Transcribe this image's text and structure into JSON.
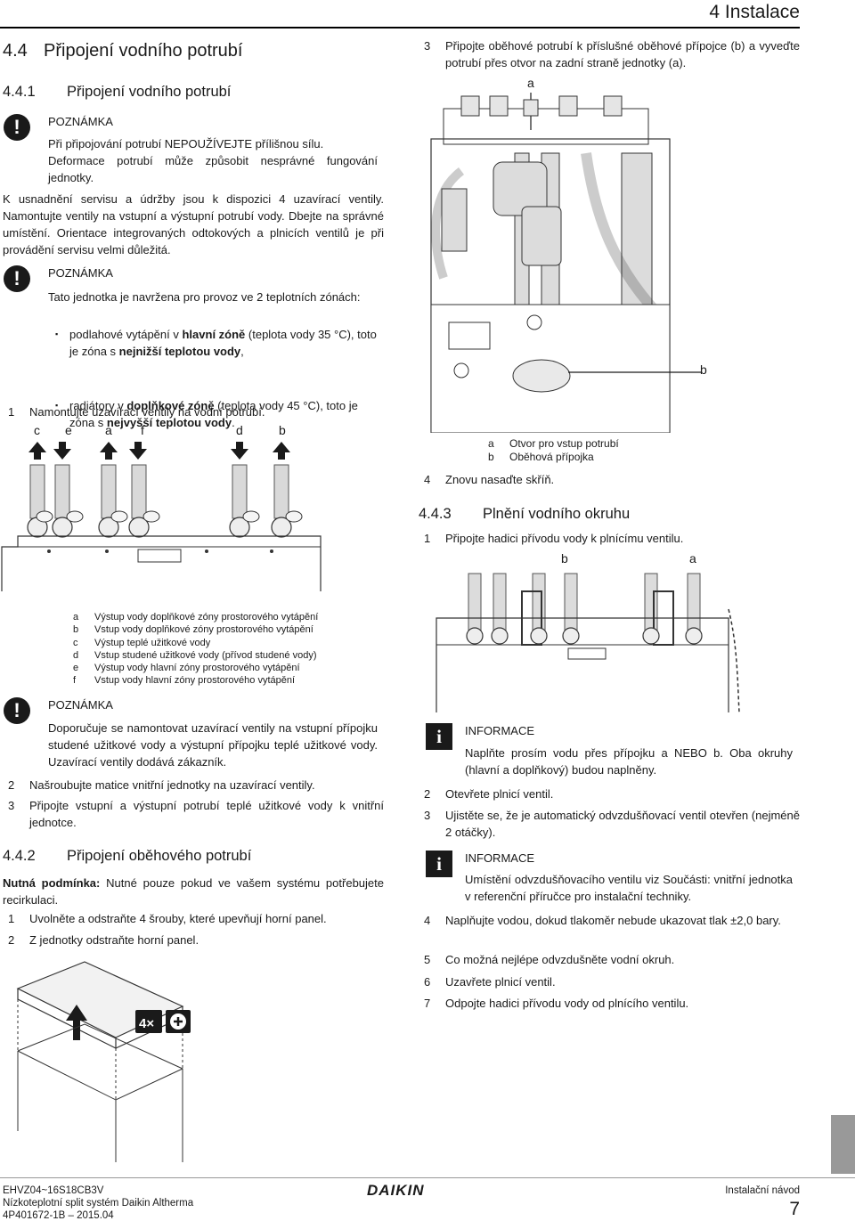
{
  "header": {
    "chapter": "4 Instalace"
  },
  "left": {
    "h2": {
      "num": "4.4",
      "title": "Připojení vodního potrubí"
    },
    "h3a": {
      "num": "4.4.1",
      "title": "Připojení vodního potrubí"
    },
    "note1": {
      "label": "POZNÁMKA",
      "lines": [
        "Při připojování potrubí NEPOUŽÍVEJTE přílišnou sílu.",
        "Deformace potrubí může způsobit nesprávné fungování jednotky."
      ]
    },
    "para1": "K usnadnění servisu a údržby jsou k dispozici 4 uzavírací ventily. Namontujte ventily na vstupní a výstupní potrubí vody. Dbejte na správné umístění. Orientace integrovaných odtokových a plnicích ventilů je při provádění servisu velmi důležitá.",
    "note2": {
      "label": "POZNÁMKA",
      "intro": "Tato jednotka je navržena pro provoz ve 2 teplotních zónách:",
      "b1_pre": "podlahové vytápění v ",
      "b1_bold": "hlavní zóně",
      "b1_mid": " (teplota vody 35 °C), toto je zóna s ",
      "b1_bold2": "nejnižší teplotou vody",
      "b1_post": ",",
      "b2_pre": "radiátory v ",
      "b2_bold": "doplňkové zóně",
      "b2_mid": " (teplota vody 45 °C), toto je zóna s ",
      "b2_bold2": "nejvyšší teplotou vody",
      "b2_post": "."
    },
    "step1": {
      "n": "1",
      "text": "Namontujte uzavírací ventily na vodní potrubí."
    },
    "fig1_labels": [
      "c",
      "e",
      "a",
      "f",
      "d",
      "b"
    ],
    "legend": [
      {
        "k": "a",
        "v": "Výstup vody doplňkové zóny prostorového vytápění"
      },
      {
        "k": "b",
        "v": "Vstup vody doplňkové zóny prostorového vytápění"
      },
      {
        "k": "c",
        "v": "Výstup teplé užitkové vody"
      },
      {
        "k": "d",
        "v": "Vstup studené užitkové vody (přívod studené vody)"
      },
      {
        "k": "e",
        "v": "Výstup vody hlavní zóny prostorového vytápění"
      },
      {
        "k": "f",
        "v": "Vstup vody hlavní zóny prostorového vytápění"
      }
    ],
    "note3": {
      "label": "POZNÁMKA",
      "text": "Doporučuje se namontovat uzavírací ventily na vstupní přípojku studené užitkové vody a výstupní přípojku teplé užitkové vody. Uzavírací ventily dodává zákazník."
    },
    "step2": {
      "n": "2",
      "text": "Našroubujte matice vnitřní jednotky na uzavírací ventily."
    },
    "step3": {
      "n": "3",
      "text": "Připojte vstupní a výstupní potrubí teplé užitkové vody k vnitřní jednotce."
    },
    "h3b": {
      "num": "4.4.2",
      "title": "Připojení oběhového potrubí"
    },
    "cond_bold": "Nutná podmínka:",
    "cond_text": " Nutné pouze pokud ve vašem systému potřebujete recirkulaci.",
    "s1": {
      "n": "1",
      "text": "Uvolněte a odstraňte 4 šrouby, které upevňují horní panel."
    },
    "s2": {
      "n": "2",
      "text": "Z jednotky odstraňte horní panel."
    },
    "fig3_badge": "4×"
  },
  "right": {
    "step3": {
      "n": "3",
      "text": "Připojte oběhové potrubí k příslušné oběhové přípojce (b) a vyveďte potrubí přes otvor na zadní straně jednotky (a)."
    },
    "fig2_a": "a",
    "fig2_b": "b",
    "legend2": [
      {
        "k": "a",
        "v": "Otvor pro vstup potrubí"
      },
      {
        "k": "b",
        "v": "Oběhová přípojka"
      }
    ],
    "step4": {
      "n": "4",
      "text": "Znovu nasaďte skříň."
    },
    "h3c": {
      "num": "4.4.3",
      "title": "Plnění vodního okruhu"
    },
    "f1": {
      "n": "1",
      "text": "Připojte hadici přívodu vody k plnícímu ventilu."
    },
    "fig4_b": "b",
    "fig4_a": "a",
    "info1": {
      "label": "INFORMACE",
      "text": "Naplňte prosím vodu přes přípojku a NEBO b. Oba okruhy (hlavní a doplňkový) budou naplněny."
    },
    "f2": {
      "n": "2",
      "text": "Otevřete plnicí ventil."
    },
    "f3": {
      "n": "3",
      "text": "Ujistěte se, že je automatický odvzdušňovací ventil otevřen (nejméně 2 otáčky)."
    },
    "info2": {
      "label": "INFORMACE",
      "text": "Umístění odvzdušňovacího ventilu viz Součásti: vnitřní jednotka v referenční příručce pro instalační techniky."
    },
    "f4": {
      "n": "4",
      "text": "Naplňujte vodou, dokud tlakoměr nebude ukazovat tlak ±2,0 bary."
    },
    "f5": {
      "n": "5",
      "text": "Co možná nejlépe odvzdušněte vodní okruh."
    },
    "f6": {
      "n": "6",
      "text": "Uzavřete plnicí ventil."
    },
    "f7": {
      "n": "7",
      "text": "Odpojte hadici přívodu vody od plnícího ventilu."
    }
  },
  "footer": {
    "model": "EHVZ04~16S18CB3V",
    "series": "Nízkoteplotní split systém Daikin Altherma",
    "code": "4P401672-1B – 2015.04",
    "brand": "DAIKIN",
    "doc": "Instalační návod",
    "page": "7"
  }
}
